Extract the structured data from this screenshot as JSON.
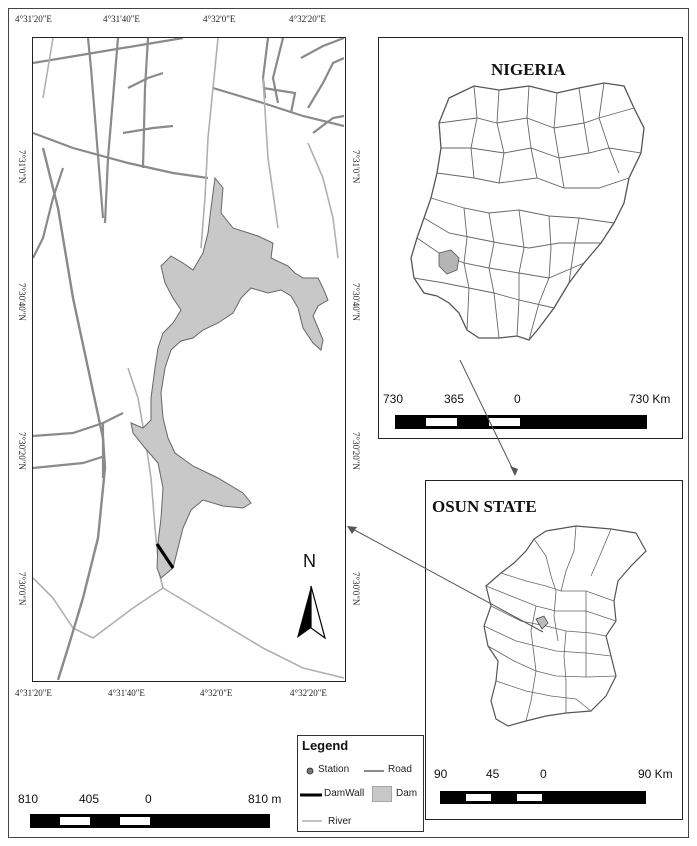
{
  "main_map": {
    "top_ticks": [
      "4°31'20\"E",
      "4°31'40\"E",
      "4°32'0\"E",
      "4°32'20\"E"
    ],
    "bottom_ticks": [
      "4°31'20\"E",
      "4°31'40\"E",
      "4°32'0\"E",
      "4°32'20\"E"
    ],
    "left_ticks": [
      "7°31'0\"N",
      "7°30'40\"N",
      "7°30'20\"N",
      "7°30'0\"N"
    ],
    "right_ticks": [
      "7°31'0\"N",
      "7°30'40\"N",
      "7°30'20\"N",
      "7°30'0\"N"
    ],
    "north_label": "N"
  },
  "nigeria_inset": {
    "title": "NIGERIA",
    "scale_labels": [
      "730",
      "365",
      "0",
      "730 Km"
    ]
  },
  "osun_inset": {
    "title": "OSUN STATE",
    "scale_labels": [
      "90",
      "45",
      "0",
      "90 Km"
    ]
  },
  "legend": {
    "title": "Legend",
    "items": [
      {
        "label": "Station",
        "symbol": "point"
      },
      {
        "label": "Road",
        "symbol": "line",
        "color": "#8a8a8a"
      },
      {
        "label": "DamWall",
        "symbol": "line",
        "color": "#000000"
      },
      {
        "label": "Dam",
        "symbol": "polygon",
        "color": "#c8c8c8"
      },
      {
        "label": "River",
        "symbol": "line",
        "color": "#b0b0b0"
      }
    ]
  },
  "main_scale": {
    "labels": [
      "810",
      "405",
      "0",
      "810 m"
    ]
  },
  "colors": {
    "dam_fill": "#c8c8c8",
    "road": "#8a8a8a",
    "river": "#b0b0b0",
    "damwall": "#000000"
  }
}
